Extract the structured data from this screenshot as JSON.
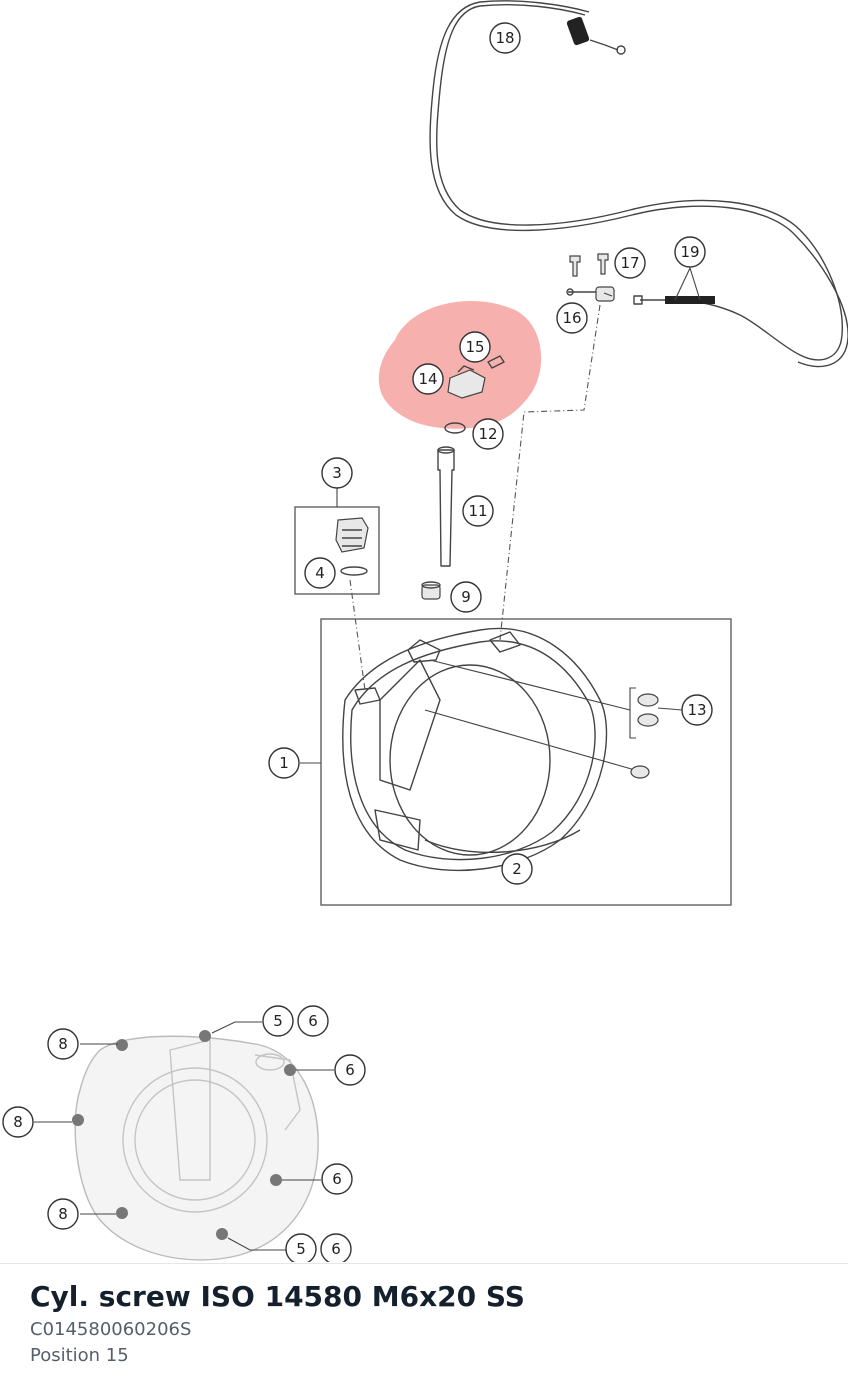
{
  "diagram": {
    "highlight_color": "#f4a3a0",
    "callouts_main": [
      "18",
      "17",
      "19",
      "16",
      "15",
      "14",
      "12",
      "3",
      "11",
      "4",
      "9",
      "13",
      "1",
      "2"
    ],
    "callouts_detail": [
      "8",
      "5",
      "6",
      "6",
      "8",
      "6",
      "8",
      "5",
      "6"
    ]
  },
  "part": {
    "name": "Cyl. screw ISO 14580 M6x20 SS",
    "code": "C014580060206S",
    "position": "Position 15"
  }
}
